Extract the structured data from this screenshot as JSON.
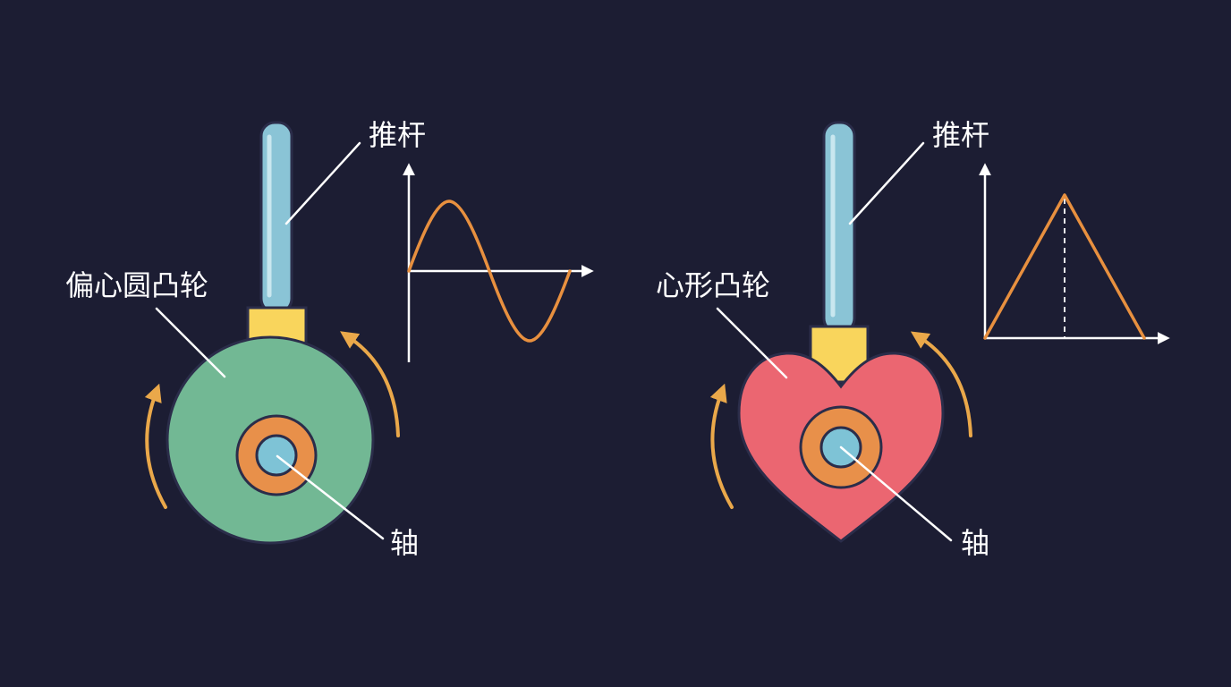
{
  "left": {
    "rod_label": "推杆",
    "cam_label": "偏心圆凸轮",
    "shaft_label": "轴"
  },
  "right": {
    "rod_label": "推杆",
    "cam_label": "心形凸轮",
    "shaft_label": "轴"
  },
  "colors": {
    "background": "#1c1d33",
    "push_rod": "#8ac4d6",
    "follower_block": "#f9d55c",
    "eccentric_cam": "#72b894",
    "heart_cam": "#eb6671",
    "shaft_ring": "#e8904a",
    "shaft": "#7ec3d6",
    "rotation_arrow": "#eaa84a",
    "displacement_curve": "#e8903f"
  }
}
